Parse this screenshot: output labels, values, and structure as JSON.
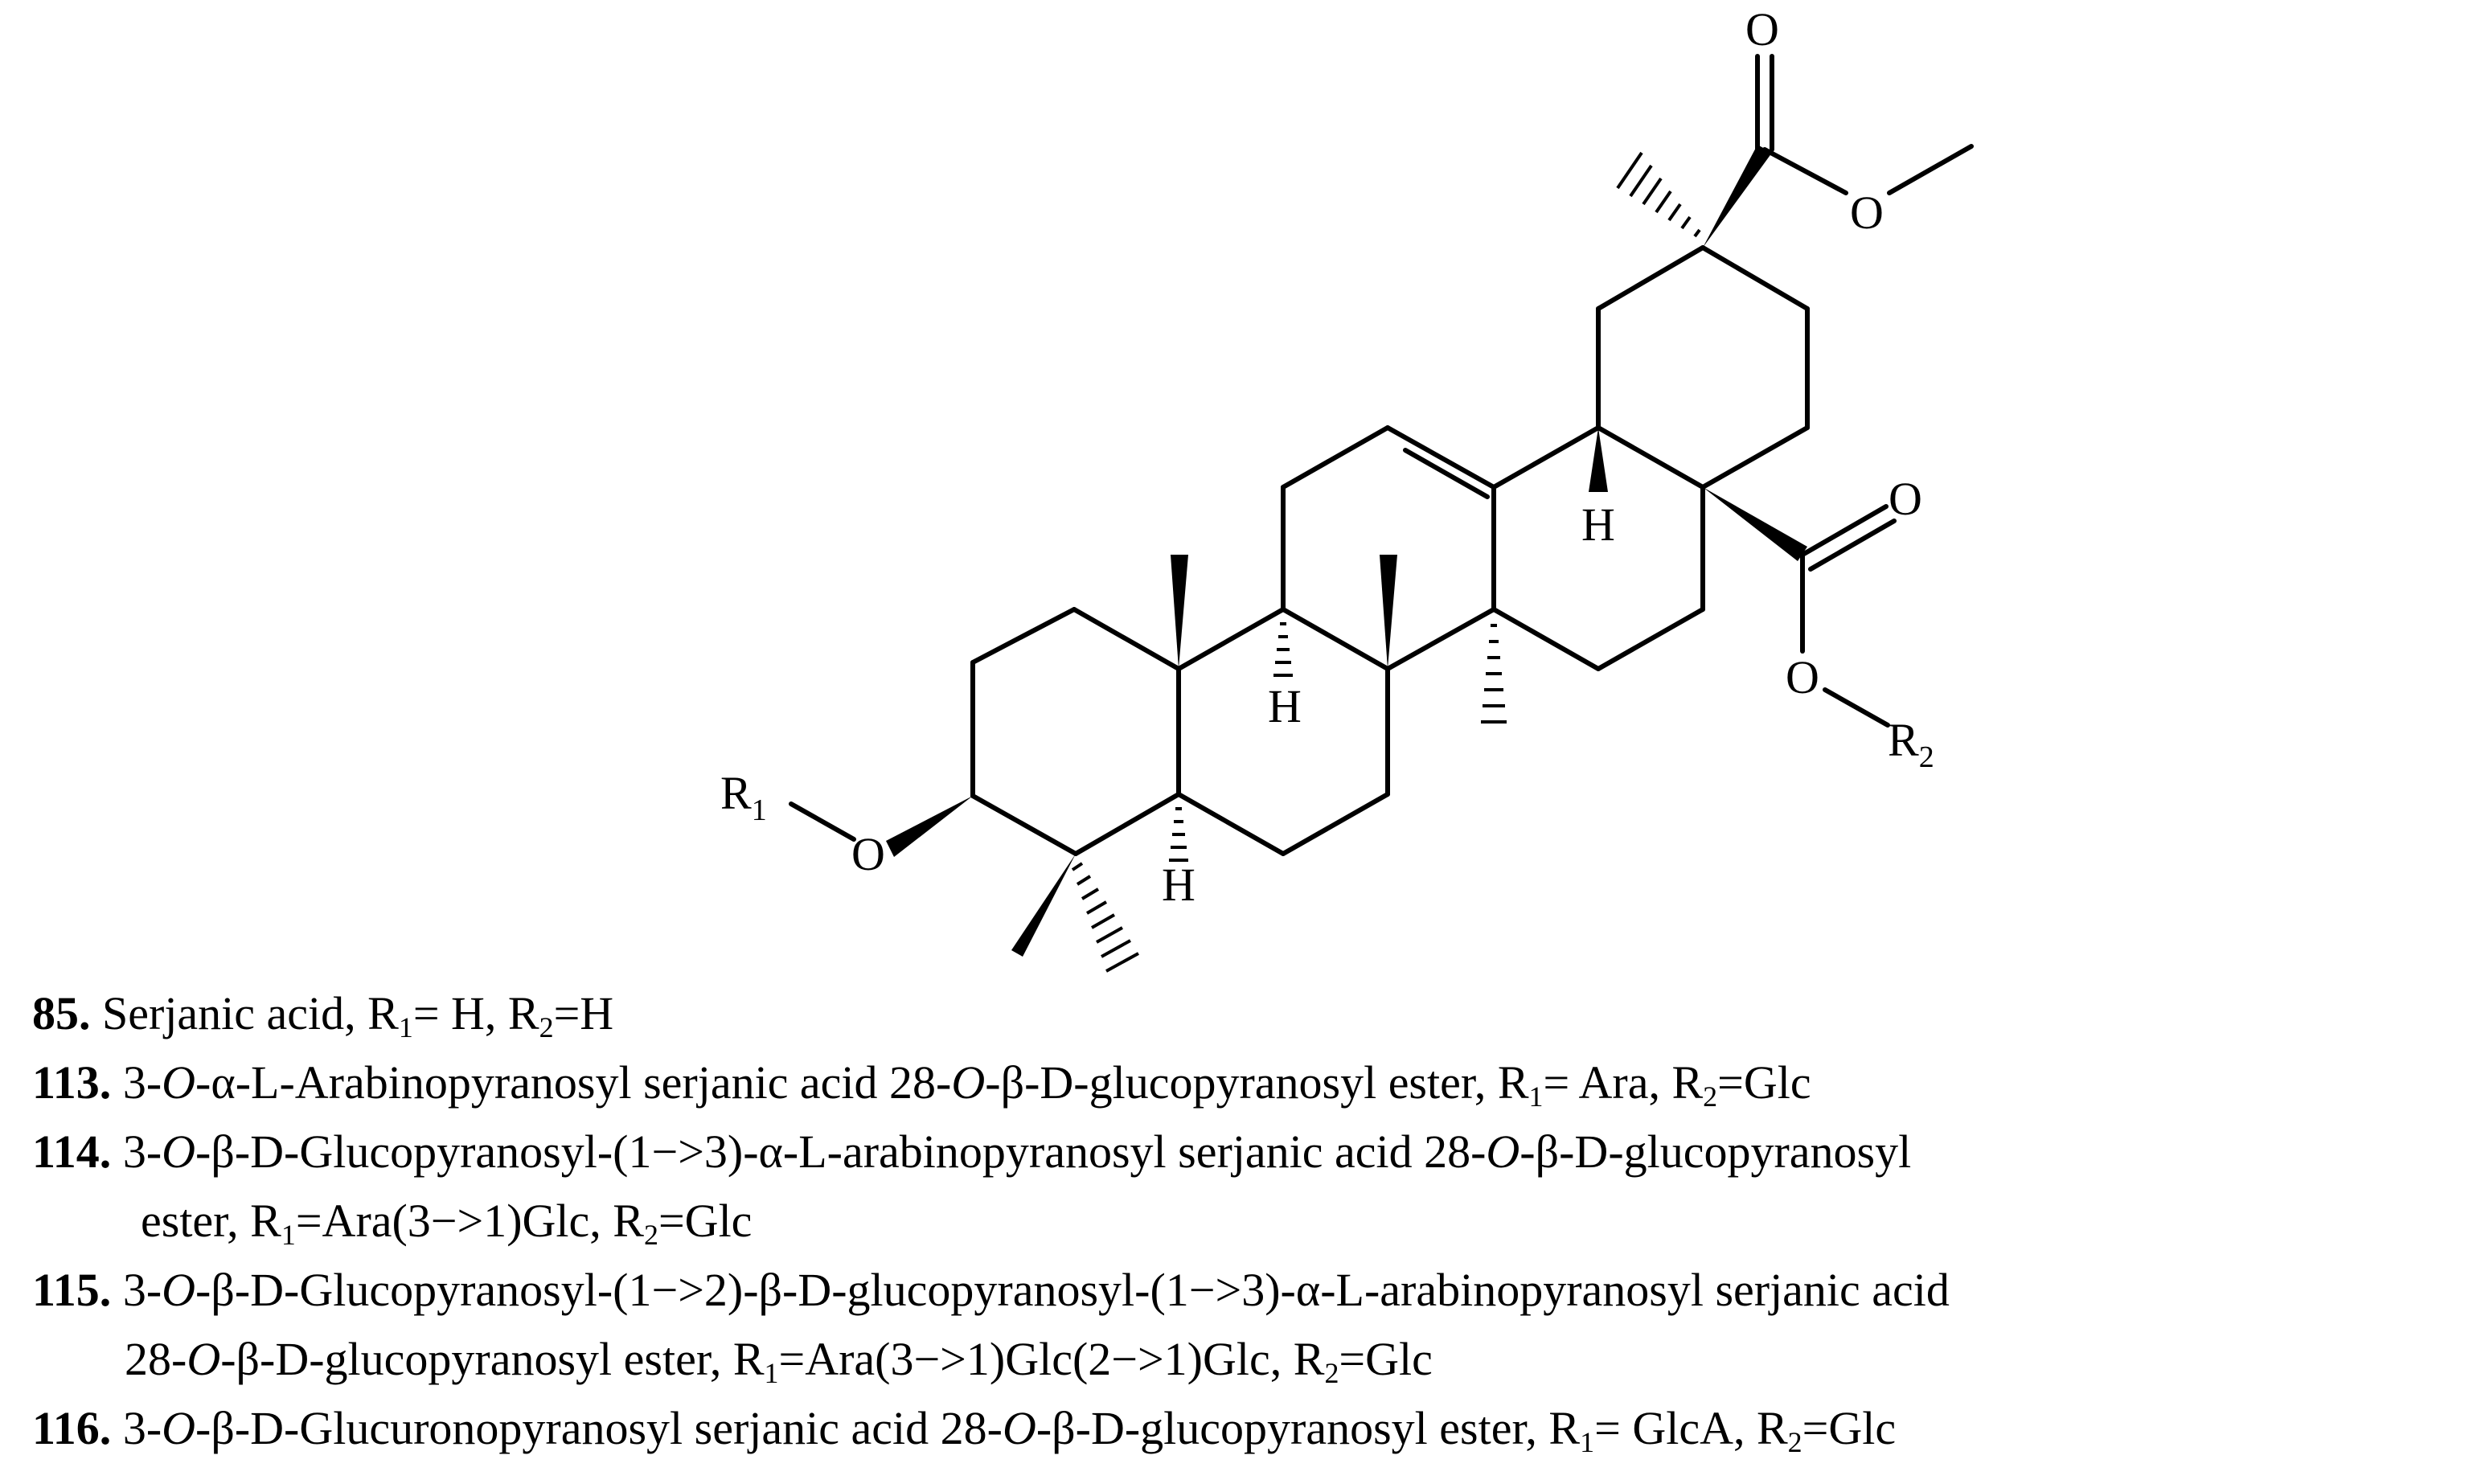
{
  "structure": {
    "atoms": {
      "o_top": "O",
      "o_ester_top": "O",
      "o_c28": "O",
      "o_c28_ester": "O",
      "o_c3": "O",
      "r1_main": "R",
      "r1_sub": "1",
      "r2_main": "R",
      "r2_sub": "2",
      "h_c18": "H",
      "h_c9": "H",
      "h_c5": "H"
    }
  },
  "compounds": [
    {
      "number": "85.",
      "segments": [
        "Serjanic acid, R",
        "1",
        "= H, R",
        "2",
        "=H"
      ]
    },
    {
      "number": "113.",
      "segments": [
        "3-",
        "O",
        "-α-L-Arabinopyranosyl serjanic acid 28-",
        "O",
        "-β-D-glucopyranosyl ester, R",
        "1",
        "= Ara, R",
        "2",
        "=Glc"
      ]
    },
    {
      "number": "114.",
      "segments": [
        "3-",
        "O",
        "-β-D-Glucopyranosyl-(1−>3)-α-L-arabinopyranosyl serjanic acid 28-",
        "O",
        "-β-D-glucopyranosyl"
      ],
      "continuation": [
        "ester, R",
        "1",
        "=Ara(3−>1)Glc, R",
        "2",
        "=Glc"
      ]
    },
    {
      "number": "115.",
      "segments": [
        "3-",
        "O",
        "-β-D-Glucopyranosyl-(1−>2)-β-D-glucopyranosyl-(1−>3)-α-L-arabinopyranosyl serjanic acid"
      ],
      "continuation": [
        "28-",
        "O",
        "-β-D-glucopyranosyl ester, R",
        "1",
        "=Ara(3−>1)Glc(2−>1)Glc, R",
        "2",
        "=Glc"
      ]
    },
    {
      "number": "116.",
      "segments": [
        "3-",
        "O",
        "-β-D-Glucuronopyranosyl serjanic acid 28-",
        "O",
        "-β-D-glucopyranosyl ester, R",
        "1",
        "= GlcA, R",
        "2",
        "=Glc"
      ]
    }
  ]
}
